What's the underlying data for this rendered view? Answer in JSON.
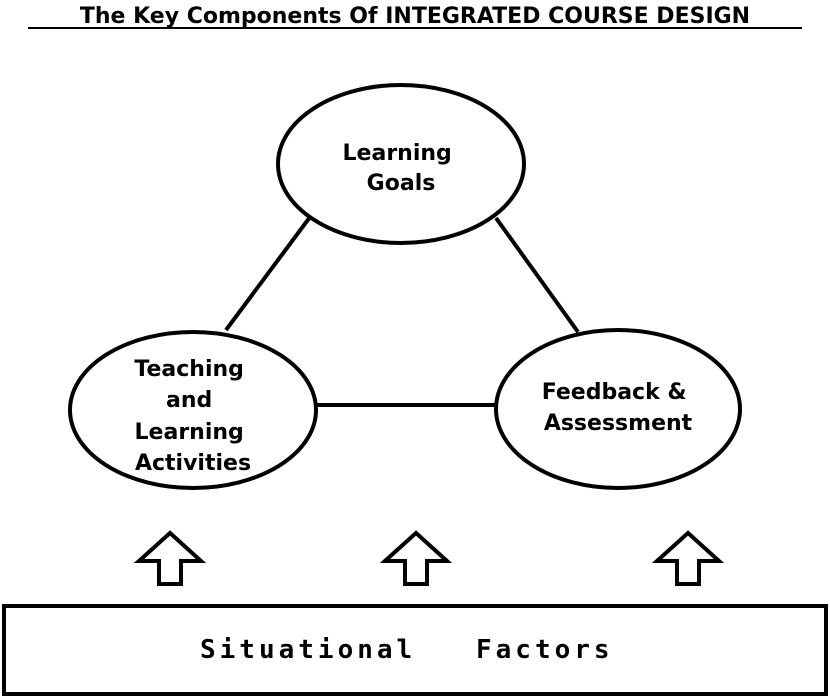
{
  "title": "The Key Components Of INTEGRATED COURSE DESIGN",
  "nodes": {
    "learning_goals": [
      "Learning",
      "Goals"
    ],
    "teaching_activities": [
      "Teaching",
      "and",
      "Learning",
      "Activities"
    ],
    "feedback_assessment": [
      "Feedback &",
      "Assessment"
    ]
  },
  "situational_factors": {
    "word1": "Situational",
    "word2": "Factors"
  },
  "colors": {
    "stroke": "#000000",
    "fill": "#ffffff"
  }
}
